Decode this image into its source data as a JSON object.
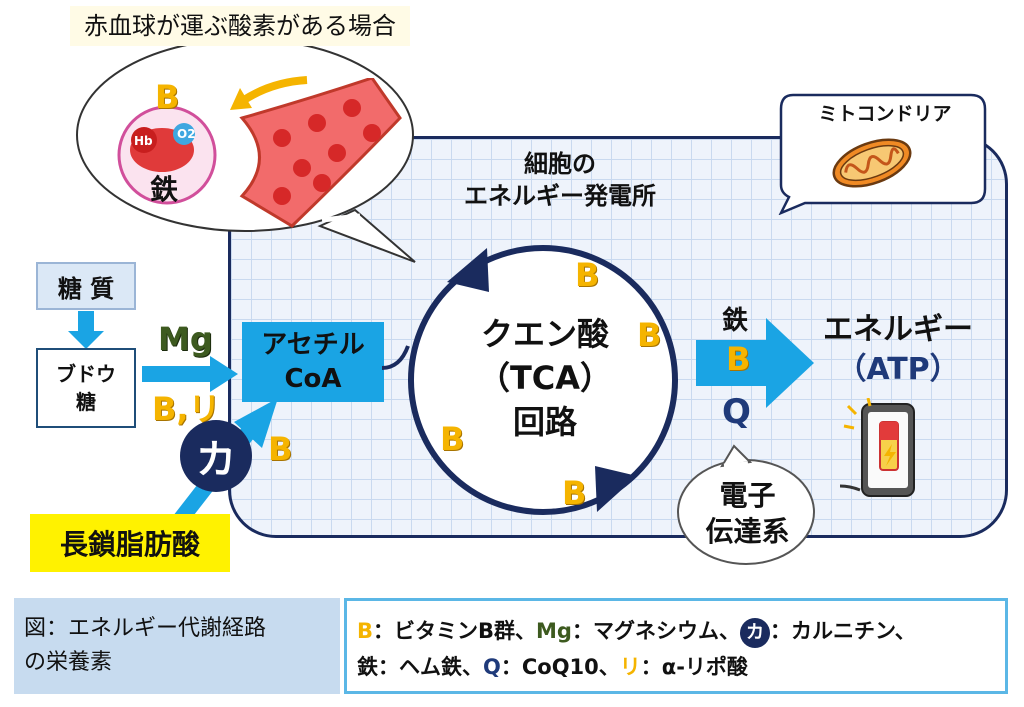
{
  "bubble_title": "赤血球が運ぶ酸素がある場合",
  "bubble": {
    "B": "B",
    "iron": "鉄",
    "hb": "Hb",
    "o2": "O2"
  },
  "mito_label": "ミトコンドリア",
  "powerplant": [
    "細胞の",
    "エネルギー発電所"
  ],
  "sugar": "糖 質",
  "glucose": [
    "ブドウ",
    "糖"
  ],
  "mg": "Mg",
  "b_li": "B,リ",
  "carnitine": "カ",
  "b_carnitine": "B",
  "fatty_acid": "長鎖脂肪酸",
  "acetyl": [
    "アセチル",
    "CoA"
  ],
  "tca": [
    "クエン酸",
    "（TCA）",
    "回路"
  ],
  "tca_b": [
    "B",
    "B",
    "B",
    "B"
  ],
  "arrow_labels": {
    "iron": "鉄",
    "b": "B",
    "q": "Q"
  },
  "energy": [
    "エネルギー",
    "（ATP）"
  ],
  "etc": [
    "電子",
    "伝達系"
  ],
  "caption_left": [
    "図：エネルギー代謝経路",
    "の栄養素"
  ],
  "legend": {
    "b_key": "B",
    "b_text": "：ビタミンB群、",
    "mg_key": "Mg",
    "mg_text": "：マグネシウム、",
    "ka_key": "カ",
    "ka_text": "：カルニチン、",
    "fe_key": "鉄",
    "fe_text": "：ヘム鉄、",
    "q_key": "Q",
    "q_text": "：CoQ10、",
    "ri_key": "リ",
    "ri_text": "：α-リポ酸"
  },
  "colors": {
    "navy": "#1a2b5e",
    "cyan": "#1aa4e4",
    "yellow": "#f5b400",
    "green": "#3d5a1f",
    "fatty_bg": "#fff200"
  }
}
